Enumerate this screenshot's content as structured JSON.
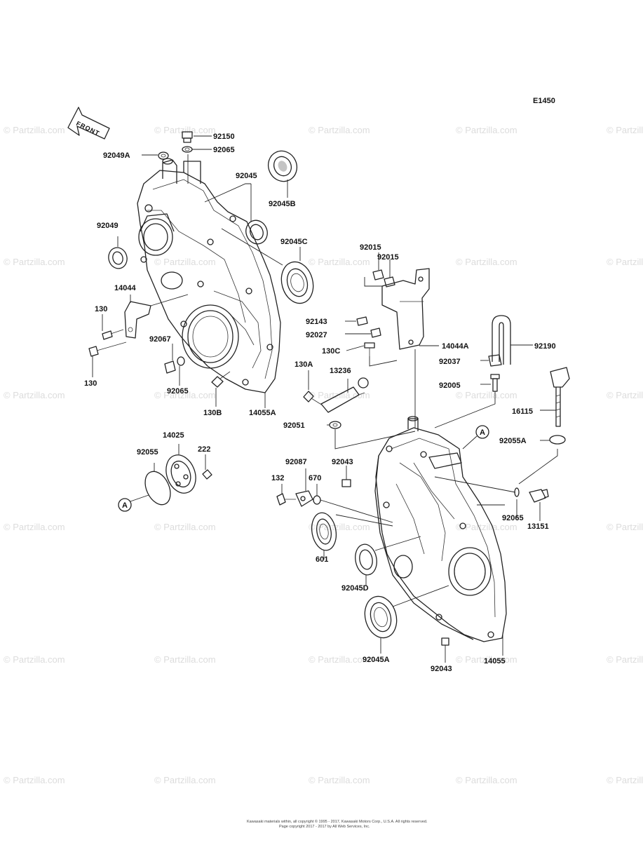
{
  "diagram": {
    "code": "E1450",
    "front_label": "FRONT",
    "ref_marker": "A",
    "watermark_text": "© Partzilla.com",
    "footer_line1": "Kawasaki materials within, all copyright © 1995 - 2017, Kawasaki Motors Corp., U.S.A. All rights reserved.",
    "footer_line2": "Page copyright 2017 - 2017 by All Web Services, Inc."
  },
  "labels": {
    "p92150": "92150",
    "p92065_top": "92065",
    "p92049A": "92049A",
    "p92045": "92045",
    "p92045B": "92045B",
    "p92049": "92049",
    "p92045C": "92045C",
    "p14044": "14044",
    "p130_a": "130",
    "p130_b": "130",
    "p92067": "92067",
    "p92065_mid": "92065",
    "p130B": "130B",
    "p14055A": "14055A",
    "p92015_a": "92015",
    "p92015_b": "92015",
    "p92143": "92143",
    "p92027": "92027",
    "p130C": "130C",
    "p14044A": "14044A",
    "p92190": "92190",
    "p92037": "92037",
    "p92005": "92005",
    "p130A": "130A",
    "p13236": "13236",
    "p16115": "16115",
    "p92051": "92051",
    "p14025": "14025",
    "p92055": "92055",
    "p222": "222",
    "p92055A": "92055A",
    "p92087": "92087",
    "p92043_a": "92043",
    "p132": "132",
    "p670": "670",
    "p92065_r": "92065",
    "p13151": "13151",
    "p601": "601",
    "p92045D": "92045D",
    "p92045A": "92045A",
    "p92043_b": "92043",
    "p14055": "14055"
  }
}
